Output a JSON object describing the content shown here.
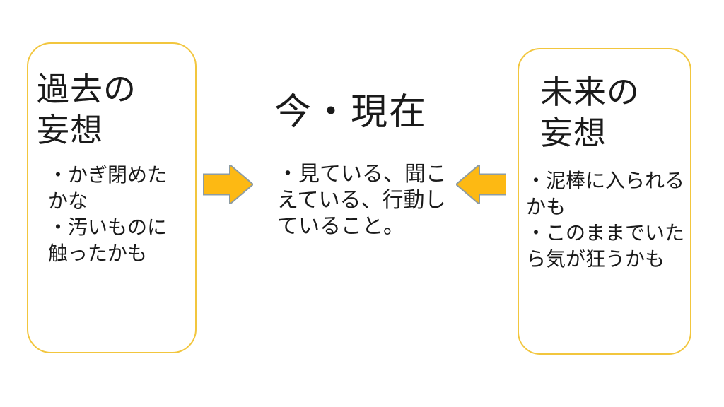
{
  "slide": {
    "colors": {
      "background": "#ffffff",
      "box_border": "#F2C63E",
      "arrow_fill": "#FDB913",
      "arrow_stroke": "#8D9CA3",
      "text": "#1a1a1a"
    }
  },
  "past_box": {
    "title": "過去の妄想",
    "bullets": [
      "・かぎ閉めたかな",
      "・汚いものに触ったかも"
    ]
  },
  "present_section": {
    "title": "今・現在",
    "body": "・見ている、聞こえている、行動していること。"
  },
  "future_box": {
    "title": "未来の妄想",
    "bullets": [
      "・泥棒に入られるかも",
      "・このままでいたら気が狂うかも"
    ]
  },
  "arrows": {
    "left_arrow_direction": "right",
    "right_arrow_direction": "left"
  }
}
